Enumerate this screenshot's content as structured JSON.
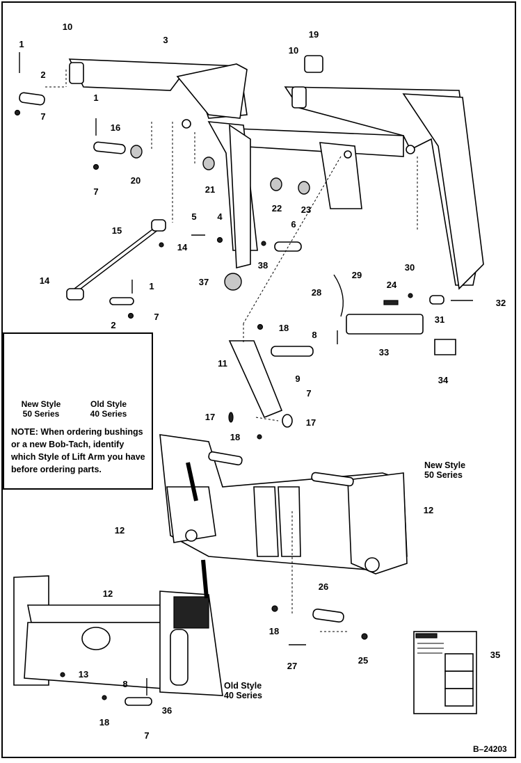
{
  "figure_code": "B–24203",
  "callouts": [
    "10",
    "3",
    "1",
    "2",
    "7",
    "19",
    "10",
    "1",
    "16",
    "7",
    "20",
    "21",
    "22",
    "23",
    "15",
    "5",
    "4",
    "6",
    "14",
    "38",
    "37",
    "14",
    "1",
    "2",
    "7",
    "28",
    "29",
    "24",
    "30",
    "32",
    "31",
    "18",
    "8",
    "33",
    "11",
    "9",
    "7",
    "34",
    "17",
    "17",
    "18",
    "12",
    "12",
    "26",
    "18",
    "25",
    "27",
    "12",
    "13",
    "8",
    "36",
    "18",
    "7",
    "35"
  ],
  "inset": {
    "new_style_caption": [
      "New Style",
      "50 Series"
    ],
    "old_style_caption": [
      "Old Style",
      "40 Series"
    ],
    "note": "NOTE: When ordering bushings or a new Bob-Tach, identify which Style of Lift Arm you have before ordering parts."
  },
  "captions": {
    "new_style_bobtach": [
      "New Style",
      "50 Series"
    ],
    "old_style_bobtach": [
      "Old Style",
      "40 Series"
    ]
  },
  "decal": {
    "title": "Parts decal"
  }
}
